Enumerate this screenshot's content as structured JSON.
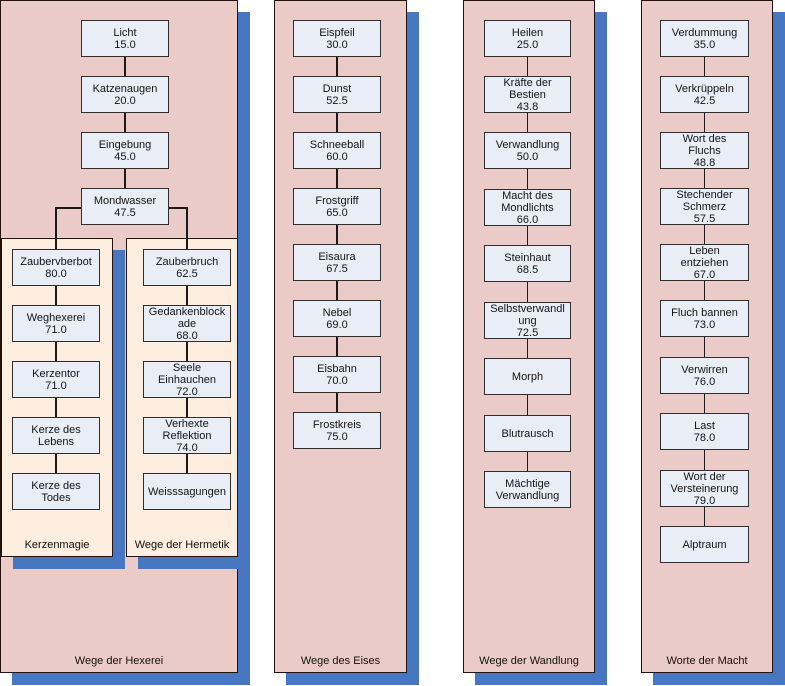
{
  "diagram": {
    "background": "#ffffff",
    "colors": {
      "panel_fill": "#ebcbc7",
      "subpanel_fill": "#fdeee0",
      "node_fill": "#e8edf6",
      "node_border": "#2e2e2e",
      "panel_border": "#23130c",
      "shadow_blue": "#4677c0",
      "connector": "#1a1a1a",
      "text": "#141414"
    },
    "panels": [
      {
        "title": "Wege der Hexerei",
        "nodes": [
          {
            "label": "Licht",
            "value": "15.0"
          },
          {
            "label": "Katzenaugen",
            "value": "20.0"
          },
          {
            "label": "Eingebung",
            "value": "45.0"
          },
          {
            "label": "Mondwasser",
            "value": "47.5"
          }
        ],
        "subpanels": [
          {
            "title": "Kerzenmagie",
            "nodes": [
              {
                "label": "Zaubervberbot",
                "value": "80.0"
              },
              {
                "label": "Weghexerei",
                "value": "71.0"
              },
              {
                "label": "Kerzentor",
                "value": "71.0"
              },
              {
                "label": "Kerze des\nLebens",
                "value": null
              },
              {
                "label": "Kerze des\nTodes",
                "value": null
              }
            ]
          },
          {
            "title": "Wege der Hermetik",
            "nodes": [
              {
                "label": "Zauberbruch",
                "value": "62.5"
              },
              {
                "label": "Gedankenblock\nade",
                "value": "68.0"
              },
              {
                "label": "Seele\nEinhauchen",
                "value": "72.0"
              },
              {
                "label": "Verhexte\nReflektion",
                "value": "74.0"
              },
              {
                "label": "Weisssagungen",
                "value": null
              }
            ]
          }
        ]
      },
      {
        "title": "Wege des Eises",
        "nodes": [
          {
            "label": "Eispfeil",
            "value": "30.0"
          },
          {
            "label": "Dunst",
            "value": "52.5"
          },
          {
            "label": "Schneeball",
            "value": "60.0"
          },
          {
            "label": "Frostgriff",
            "value": "65.0"
          },
          {
            "label": "Eisaura",
            "value": "67.5"
          },
          {
            "label": "Nebel",
            "value": "69.0"
          },
          {
            "label": "Eisbahn",
            "value": "70.0"
          },
          {
            "label": "Frostkreis",
            "value": "75.0"
          }
        ],
        "subpanels": []
      },
      {
        "title": "Wege der Wandlung",
        "nodes": [
          {
            "label": "Heilen",
            "value": "25.0"
          },
          {
            "label": "Kräfte der\nBestien",
            "value": "43.8"
          },
          {
            "label": "Verwandlung",
            "value": "50.0"
          },
          {
            "label": "Macht des\nMondlichts",
            "value": "66.0"
          },
          {
            "label": "Steinhaut",
            "value": "68.5"
          },
          {
            "label": "Selbstverwandl\nung",
            "value": "72.5"
          },
          {
            "label": "Morph",
            "value": null
          },
          {
            "label": "Blutrausch",
            "value": null
          },
          {
            "label": "Mächtige\nVerwandlung",
            "value": null
          }
        ],
        "subpanels": []
      },
      {
        "title": "Worte der Macht",
        "nodes": [
          {
            "label": "Verdummung",
            "value": "35.0"
          },
          {
            "label": "Verkrüppeln",
            "value": "42.5"
          },
          {
            "label": "Wort des\nFluchs",
            "value": "48.8"
          },
          {
            "label": "Stechender\nSchmerz",
            "value": "57.5"
          },
          {
            "label": "Leben\nentziehen",
            "value": "67.0"
          },
          {
            "label": "Fluch bannen",
            "value": "73.0"
          },
          {
            "label": "Verwirren",
            "value": "76.0"
          },
          {
            "label": "Last",
            "value": "78.0"
          },
          {
            "label": "Wort der\nVersteinerung",
            "value": "79.0"
          },
          {
            "label": "Alptraum",
            "value": null
          }
        ],
        "subpanels": []
      }
    ]
  }
}
